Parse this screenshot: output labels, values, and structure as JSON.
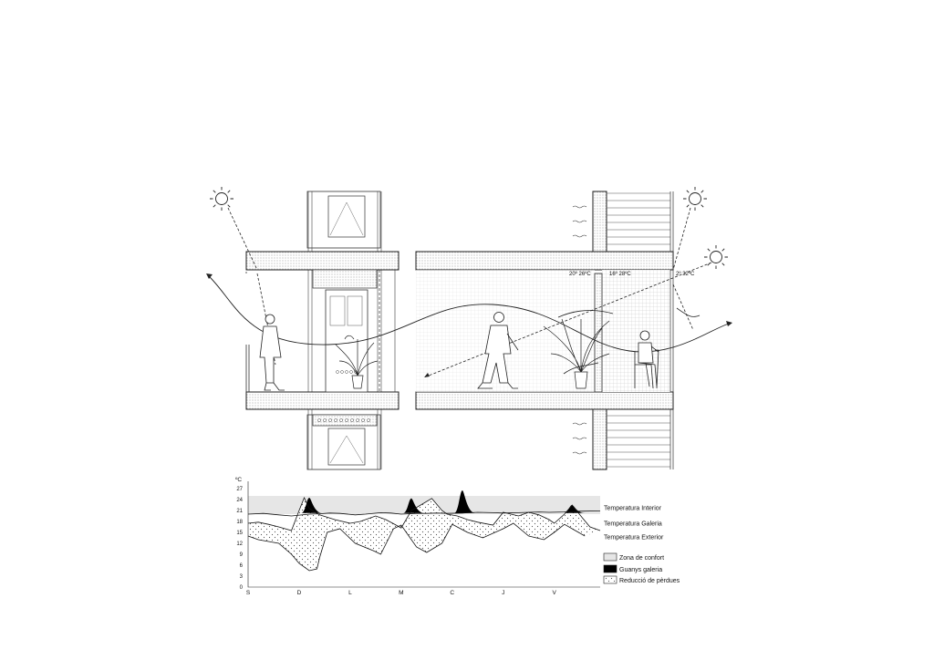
{
  "section": {
    "temp_labels": [
      {
        "id": "temp-label-interior",
        "text": "20º 26ºC"
      },
      {
        "id": "temp-label-gallery",
        "text": "16º 28ºC"
      },
      {
        "id": "temp-label-exterior",
        "text": "2º 32ºC"
      }
    ],
    "icons": [
      "sun-icon",
      "sun-icon",
      "sun-icon",
      "heat-wave-icon",
      "person-icon",
      "plant-icon",
      "chair-icon"
    ]
  },
  "chart_data": {
    "type": "line",
    "unit_label": "ºC",
    "yticks": [
      3,
      6,
      9,
      12,
      15,
      18,
      21,
      24,
      27
    ],
    "y_zero_label": "0",
    "ylim": [
      0,
      28
    ],
    "categories": [
      "S",
      "D",
      "L",
      "M",
      "C",
      "J",
      "V"
    ],
    "comfort_band": [
      20,
      25
    ],
    "series": [
      {
        "name": "Temperatura Interior",
        "x": [
          0,
          0.3,
          0.6,
          0.85,
          1.2,
          1.4,
          1.6,
          1.8,
          2.1,
          2.3,
          2.6,
          2.8,
          3.0,
          3.3,
          3.5,
          3.7,
          3.9,
          4.2,
          4.5,
          4.8,
          5.0,
          5.3,
          5.5,
          5.7,
          5.9,
          6.2,
          6.5,
          6.9
        ],
        "values": [
          20,
          20.2,
          19.8,
          19.5,
          20,
          20.1,
          20.3,
          20.2,
          19.8,
          20,
          20.4,
          20.3,
          20,
          20.2,
          20.2,
          20.3,
          20.2,
          20.3,
          20.5,
          20.4,
          20.3,
          20.4,
          20.5,
          20.6,
          20.5,
          20.6,
          20.8,
          20.9
        ]
      },
      {
        "name": "Temperatura Galeria",
        "x": [
          0,
          0.2,
          0.4,
          0.6,
          0.85,
          1.0,
          1.1,
          1.2,
          1.4,
          1.7,
          2.0,
          2.2,
          2.5,
          2.7,
          2.9,
          3.0,
          3.2,
          3.6,
          3.8,
          3.9,
          4.1,
          4.3,
          4.5,
          4.8,
          5.0,
          5.3,
          5.5,
          5.7,
          5.9,
          6.0,
          6.2,
          6.35,
          6.55,
          6.7,
          6.9
        ],
        "values": [
          17.5,
          17.8,
          17.2,
          16.5,
          15.5,
          21,
          24.5,
          21.5,
          19.8,
          18.5,
          17.5,
          18,
          19.5,
          18.5,
          17,
          16.2,
          21,
          24.3,
          21,
          20,
          19.5,
          18.5,
          17.8,
          17,
          20.5,
          19.5,
          20.5,
          19.8,
          18.5,
          17.5,
          20,
          22.5,
          19,
          16.5,
          15.5
        ]
      },
      {
        "name": "Temperatura Exterior",
        "x": [
          0,
          0.2,
          0.4,
          0.6,
          0.85,
          1.0,
          1.2,
          1.35,
          1.4,
          1.55,
          1.8,
          2.1,
          2.45,
          2.6,
          2.85,
          3.0,
          3.3,
          3.5,
          3.8,
          4.0,
          4.3,
          4.6,
          5.0,
          5.2,
          5.5,
          5.8,
          6.0,
          6.2,
          6.6
        ],
        "values": [
          14,
          13,
          12.5,
          12,
          9,
          6.5,
          4.5,
          5,
          8,
          15,
          16,
          12,
          10,
          9,
          16,
          17,
          11,
          9.5,
          12,
          17.2,
          15,
          13.5,
          16,
          17.5,
          14,
          13,
          15,
          17.2,
          14
        ]
      },
      {
        "name": "Guanys galeria",
        "peaks": [
          {
            "x": 1.2,
            "value": 24.5
          },
          {
            "x": 3.2,
            "value": 24.3
          },
          {
            "x": 4.2,
            "value": 26.5
          },
          {
            "x": 6.35,
            "value": 22.5
          }
        ]
      }
    ],
    "legend": [
      {
        "label": "Zona de confort",
        "swatch": "comfort"
      },
      {
        "label": "Guanys galeria",
        "swatch": "gain"
      },
      {
        "label": "Reducció de pèrdues",
        "swatch": "loss"
      }
    ],
    "colors": {
      "comfort": "#e6e6e6",
      "gain": "#000000",
      "loss_dot": "#555555",
      "line": "#111111"
    }
  }
}
